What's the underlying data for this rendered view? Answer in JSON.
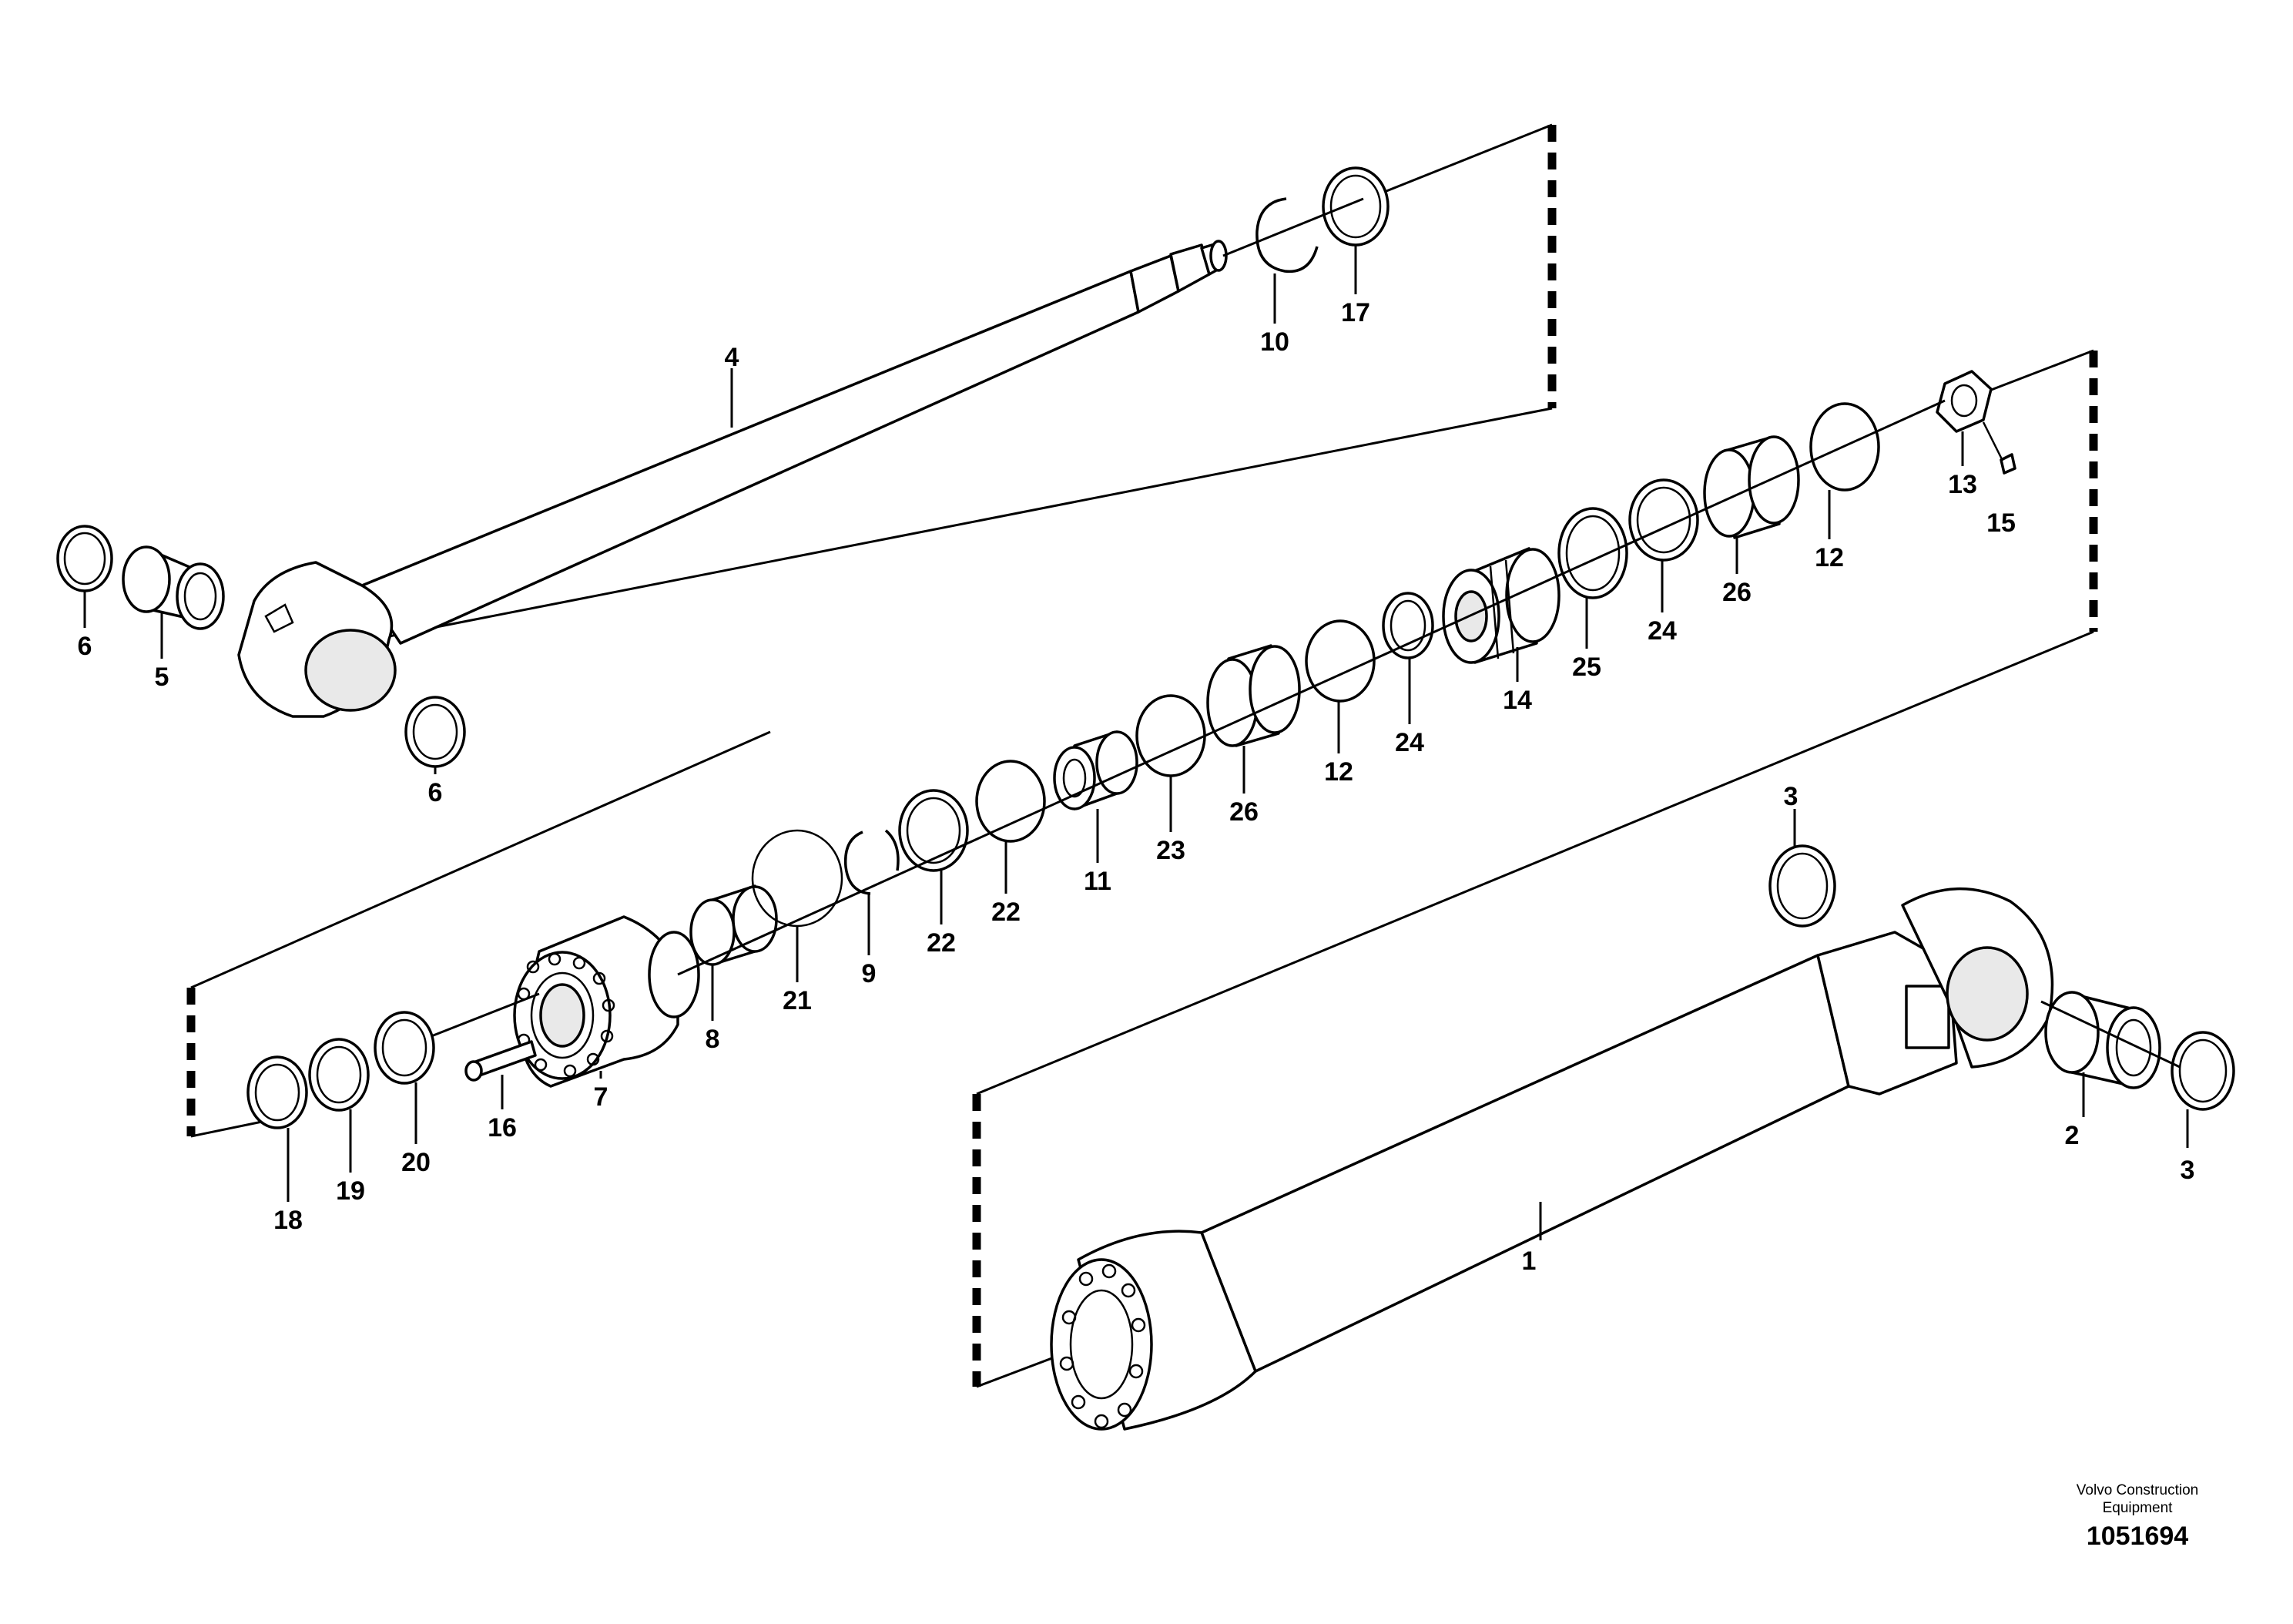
{
  "callouts": {
    "c1": "1",
    "c2": "2",
    "c3a": "3",
    "c3b": "3",
    "c4": "4",
    "c5": "5",
    "c6a": "6",
    "c6b": "6",
    "c7": "7",
    "c8": "8",
    "c9": "9",
    "c10": "10",
    "c11": "11",
    "c12a": "12",
    "c12b": "12",
    "c13": "13",
    "c14": "14",
    "c15": "15",
    "c16": "16",
    "c17": "17",
    "c18": "18",
    "c19": "19",
    "c20": "20",
    "c21": "21",
    "c22a": "22",
    "c22b": "22",
    "c23": "23",
    "c24a": "24",
    "c24b": "24",
    "c25": "25",
    "c26a": "26",
    "c26b": "26"
  },
  "credit": {
    "line1": "Volvo Construction",
    "line2": "Equipment",
    "doc_number": "1051694"
  }
}
